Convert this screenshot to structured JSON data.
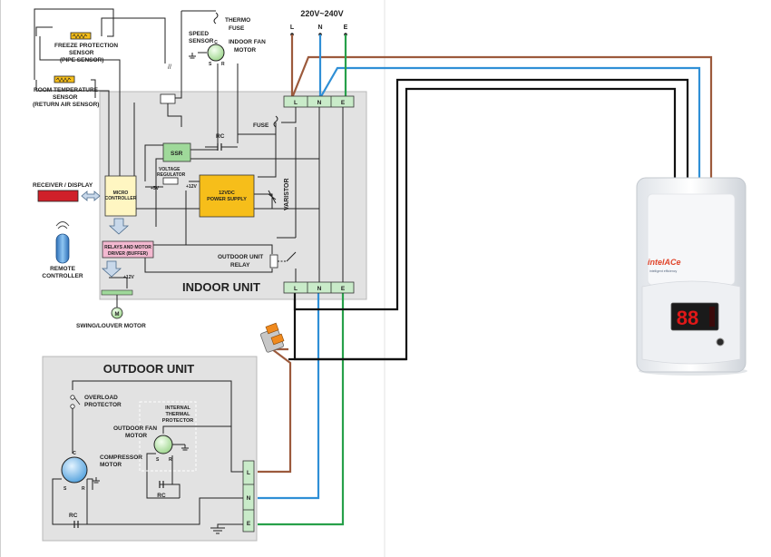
{
  "supply": {
    "voltage": "220V~240V",
    "L": "L",
    "N": "N",
    "E": "E"
  },
  "indoor": {
    "title": "INDOOR UNIT",
    "thermo_fuse": [
      "THERMO",
      "FUSE"
    ],
    "speed_sensor": [
      "SPEED",
      "SENSOR"
    ],
    "indoor_fan_motor": [
      "INDOOR FAN",
      "MOTOR"
    ],
    "freeze_sensor": [
      "FREEZE PROTECTION",
      "SENSOR",
      "(PIPE SENSOR)"
    ],
    "room_sensor": [
      "ROOM TEMPERATURE",
      "SENSOR",
      "(RETURN AIR SENSOR)"
    ],
    "fuse": "FUSE",
    "rc": "RC",
    "ssr": "SSR",
    "voltage_regulator": [
      "VOLTAGE",
      "REGULATOR"
    ],
    "plus5v": "+5V",
    "plus12v": "+12V",
    "power_supply": [
      "12VDC",
      "POWER SUPPLY"
    ],
    "varistor": "VARISTOR",
    "receiver_display": "RECEIVER / DISPLAY",
    "micro_controller": [
      "MICRO",
      "CONTROLLER"
    ],
    "relays_driver": [
      "RELAYS AND MOTOR",
      "DRIVER (BUFFER)"
    ],
    "remote_controller": [
      "REMOTE",
      "CONTROLLER"
    ],
    "outdoor_unit_relay": [
      "OUTDOOR UNIT",
      "RELAY"
    ],
    "plus12v_b": "+12V",
    "swing_motor": "SWING/LOUVER MOTOR",
    "motor_m": "M",
    "motor_c": "C",
    "motor_s": "S",
    "motor_r": "R"
  },
  "outdoor": {
    "title": "OUTDOOR UNIT",
    "overload_protector": [
      "OVERLOAD",
      "PROTECTOR"
    ],
    "internal_thermal": [
      "INTERNAL",
      "THERMAL",
      "PROTECTOR"
    ],
    "outdoor_fan_motor": [
      "OUTDOOR FAN",
      "MOTOR"
    ],
    "compressor_motor": [
      "COMPRESSOR",
      "MOTOR"
    ],
    "rc_fan": "RC",
    "rc_comp": "RC"
  },
  "terminals": {
    "L": "L",
    "N": "N",
    "E": "E"
  },
  "device": {
    "brand": "intelACe",
    "tagline": "intelligent efficiency",
    "display": "88"
  },
  "colors": {
    "live": "#9c5a3c",
    "neutral": "#2f8fd6",
    "earth": "#27a04a",
    "signal": "#111111",
    "box": "#e2e2e2",
    "psu": "#f6be1a"
  }
}
